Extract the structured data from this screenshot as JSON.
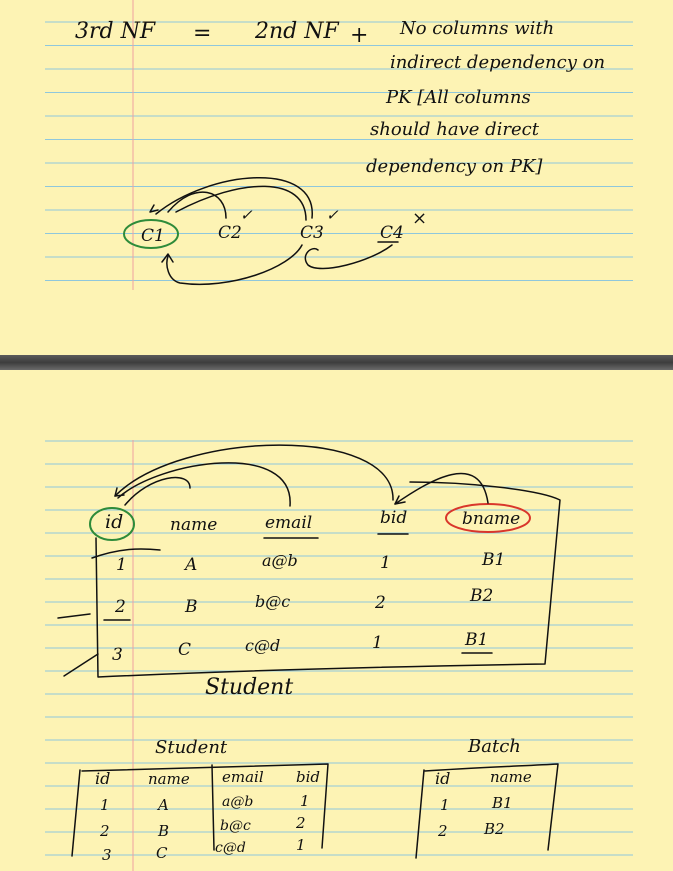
{
  "page1": {
    "definition": {
      "lhs": "3rd NF",
      "equals": "=",
      "rhs": "2nd NF",
      "plus": "+",
      "rule_lines": [
        "No columns with",
        "indirect dependency on",
        "PK [All columns",
        "should have direct",
        "dependency on PK]"
      ]
    },
    "columns": [
      {
        "label": "C1",
        "mark": ""
      },
      {
        "label": "C2",
        "mark": "✓"
      },
      {
        "label": "C3",
        "mark": "✓"
      },
      {
        "label": "C4",
        "mark": "×"
      }
    ],
    "colors": {
      "circle": "#2e8b3a"
    }
  },
  "page2": {
    "student_table": {
      "headers": [
        "id",
        "name",
        "email",
        "bid",
        "bname"
      ],
      "rows": [
        [
          "1",
          "A",
          "a@b",
          "1",
          "B1"
        ],
        [
          "2",
          "B",
          "b@c",
          "2",
          "B2"
        ],
        [
          "3",
          "C",
          "c@d",
          "1",
          "B1"
        ]
      ],
      "caption": "Student",
      "colors": {
        "id_circle": "#2e8b3a",
        "bname_circle": "#d9362b"
      }
    },
    "split_student": {
      "title": "Student",
      "headers": [
        "id",
        "name",
        "email",
        "bid"
      ],
      "rows": [
        [
          "1",
          "A",
          "a@b",
          "1"
        ],
        [
          "2",
          "B",
          "b@c",
          "2"
        ],
        [
          "3",
          "C",
          "c@d",
          "1"
        ]
      ]
    },
    "split_batch": {
      "title": "Batch",
      "headers": [
        "id",
        "name"
      ],
      "rows": [
        [
          "1",
          "B1"
        ],
        [
          "2",
          "B2"
        ]
      ]
    }
  }
}
